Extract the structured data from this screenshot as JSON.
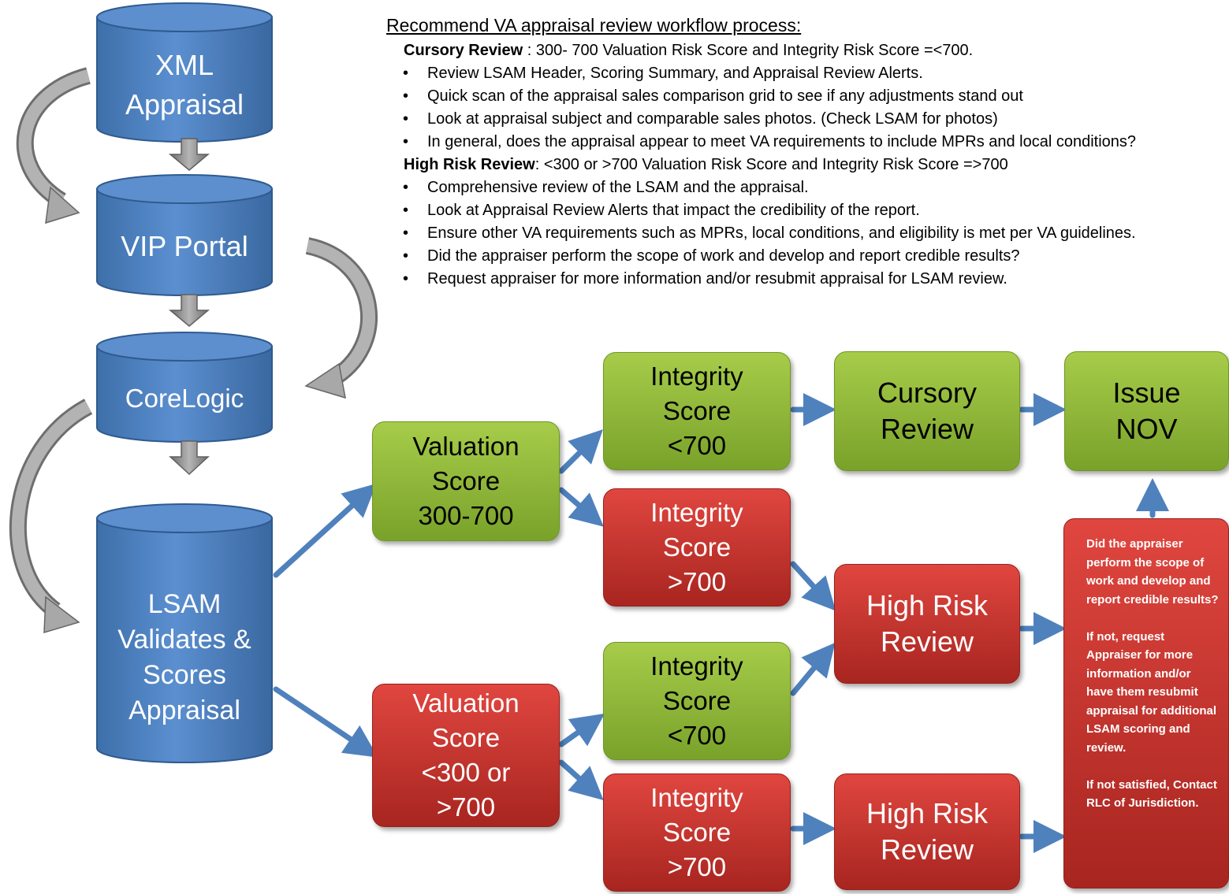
{
  "title": "Recommend VA appraisal review workflow process:",
  "cursory": {
    "label": "Cursory Review",
    "criteria": " : 300- 700 Valuation Risk Score and Integrity Risk Score =<700.",
    "bullets": [
      "Review LSAM Header, Scoring Summary, and Appraisal Review Alerts.",
      "Quick scan of the appraisal sales comparison grid to see if any adjustments stand out",
      "Look at appraisal subject and comparable sales photos. (Check LSAM for photos)",
      "In general, does the appraisal appear to meet VA requirements to include MPRs and local conditions?"
    ]
  },
  "high_risk": {
    "label": "High Risk Review",
    "criteria": ": <300 or >700 Valuation Risk Score and Integrity Risk Score =>700",
    "bullets": [
      "Comprehensive review of the LSAM and the appraisal.",
      "Look at Appraisal Review Alerts that impact the credibility of the report.",
      "Ensure other VA requirements such as MPRs, local conditions, and eligibility is met per VA guidelines.",
      "Did the appraiser perform the scope of work and develop and report credible results?",
      "Request appraiser for more information and/or resubmit appraisal for LSAM review."
    ]
  },
  "pipeline": {
    "xml": "XML\nAppraisal",
    "vip": "VIP Portal",
    "corelogic": "CoreLogic",
    "lsam": "LSAM\nValidates &\nScores\nAppraisal"
  },
  "flow": {
    "val_green": "Valuation\nScore\n300-700",
    "val_red": "Valuation\nScore\n<300 or\n>700",
    "int_green_top": "Integrity\nScore\n<700",
    "int_red_top": "Integrity\nScore\n>700",
    "int_green_bottom": "Integrity\nScore\n<700",
    "int_red_bottom": "Integrity\nScore\n>700",
    "cursory_review": "Cursory\nReview",
    "high_risk_top": "High Risk\nReview",
    "high_risk_bottom": "High Risk\nReview",
    "issue_nov": "Issue\nNOV"
  },
  "note": {
    "p1": "Did the appraiser perform the scope of work and develop and report credible results?",
    "p2": "If not, request Appraiser for more information and/or have them resubmit appraisal for additional LSAM scoring and review.",
    "p3": "If not satisfied, Contact RLC of Jurisdiction."
  },
  "colors": {
    "cylinder": "#4a7ebb",
    "green": "#8db53a",
    "red": "#c0312b",
    "arrow_blue": "#4f81bd",
    "arrow_gray": "#8a8a8a"
  }
}
